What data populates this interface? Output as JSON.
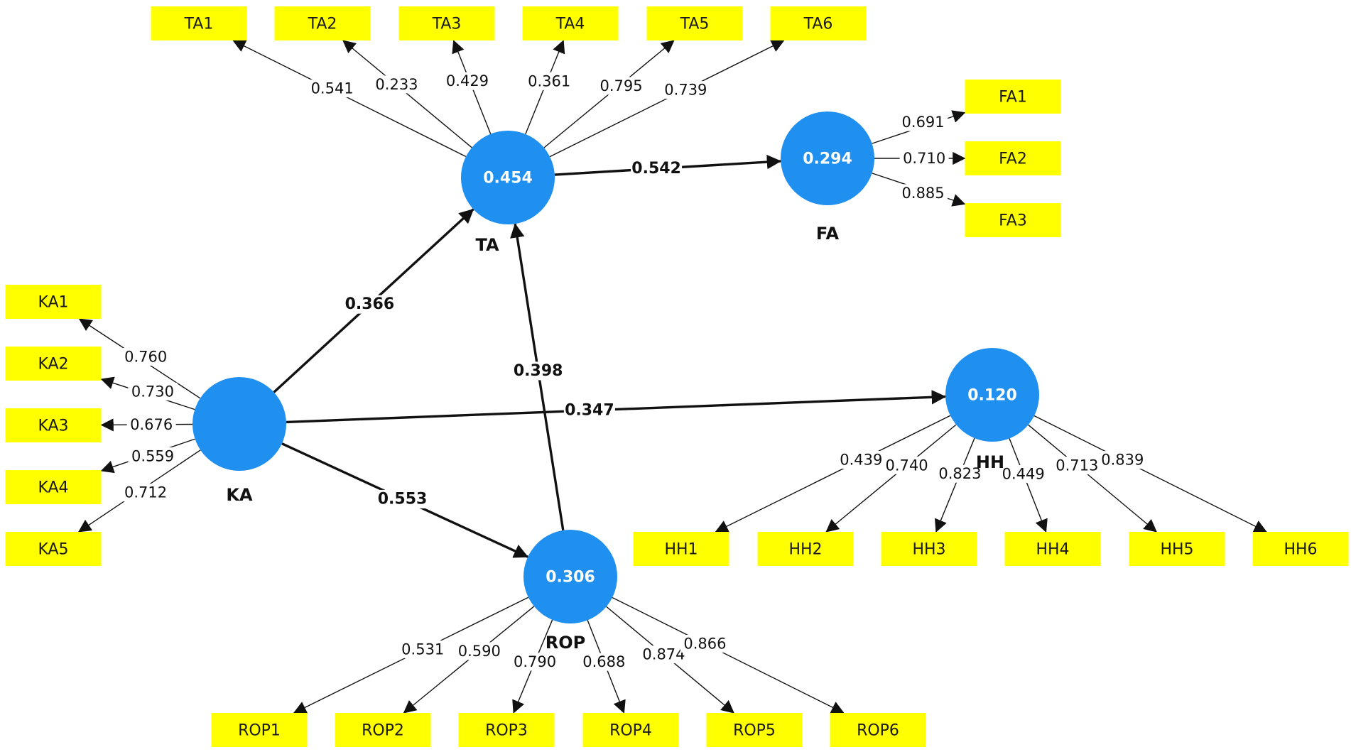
{
  "constructs": [
    {
      "id": "KA",
      "name": "KA",
      "value": ""
    },
    {
      "id": "TA",
      "name": "TA",
      "value": "0.454"
    },
    {
      "id": "FA",
      "name": "FA",
      "value": "0.294"
    },
    {
      "id": "ROP",
      "name": "ROP",
      "value": "0.306"
    },
    {
      "id": "HH",
      "name": "HH",
      "value": "0.120"
    }
  ],
  "indicators": [
    {
      "id": "TA1",
      "label": "TA1",
      "construct": "TA"
    },
    {
      "id": "TA2",
      "label": "TA2",
      "construct": "TA"
    },
    {
      "id": "TA3",
      "label": "TA3",
      "construct": "TA"
    },
    {
      "id": "TA4",
      "label": "TA4",
      "construct": "TA"
    },
    {
      "id": "TA5",
      "label": "TA5",
      "construct": "TA"
    },
    {
      "id": "TA6",
      "label": "TA6",
      "construct": "TA"
    },
    {
      "id": "FA1",
      "label": "FA1",
      "construct": "FA"
    },
    {
      "id": "FA2",
      "label": "FA2",
      "construct": "FA"
    },
    {
      "id": "FA3",
      "label": "FA3",
      "construct": "FA"
    },
    {
      "id": "KA1",
      "label": "KA1",
      "construct": "KA"
    },
    {
      "id": "KA2",
      "label": "KA2",
      "construct": "KA"
    },
    {
      "id": "KA3",
      "label": "KA3",
      "construct": "KA"
    },
    {
      "id": "KA4",
      "label": "KA4",
      "construct": "KA"
    },
    {
      "id": "KA5",
      "label": "KA5",
      "construct": "KA"
    },
    {
      "id": "HH1",
      "label": "HH1",
      "construct": "HH"
    },
    {
      "id": "HH2",
      "label": "HH2",
      "construct": "HH"
    },
    {
      "id": "HH3",
      "label": "HH3",
      "construct": "HH"
    },
    {
      "id": "HH4",
      "label": "HH4",
      "construct": "HH"
    },
    {
      "id": "HH5",
      "label": "HH5",
      "construct": "HH"
    },
    {
      "id": "HH6",
      "label": "HH6",
      "construct": "HH"
    },
    {
      "id": "ROP1",
      "label": "ROP1",
      "construct": "ROP"
    },
    {
      "id": "ROP2",
      "label": "ROP2",
      "construct": "ROP"
    },
    {
      "id": "ROP3",
      "label": "ROP3",
      "construct": "ROP"
    },
    {
      "id": "ROP4",
      "label": "ROP4",
      "construct": "ROP"
    },
    {
      "id": "ROP5",
      "label": "ROP5",
      "construct": "ROP"
    },
    {
      "id": "ROP6",
      "label": "ROP6",
      "construct": "ROP"
    }
  ],
  "paths": [
    {
      "from": "KA",
      "to": "TA",
      "coef": "0.366"
    },
    {
      "from": "TA",
      "to": "FA",
      "coef": "0.542"
    },
    {
      "from": "ROP",
      "to": "TA",
      "coef": "0.398"
    },
    {
      "from": "KA",
      "to": "HH",
      "coef": "0.347"
    },
    {
      "from": "KA",
      "to": "ROP",
      "coef": "0.553"
    }
  ],
  "loadings": [
    {
      "construct": "TA",
      "indicator": "TA1",
      "coef": "0.541"
    },
    {
      "construct": "TA",
      "indicator": "TA2",
      "coef": "0.233"
    },
    {
      "construct": "TA",
      "indicator": "TA3",
      "coef": "0.429"
    },
    {
      "construct": "TA",
      "indicator": "TA4",
      "coef": "0.361"
    },
    {
      "construct": "TA",
      "indicator": "TA5",
      "coef": "0.795"
    },
    {
      "construct": "TA",
      "indicator": "TA6",
      "coef": "0.739"
    },
    {
      "construct": "FA",
      "indicator": "FA1",
      "coef": "0.691"
    },
    {
      "construct": "FA",
      "indicator": "FA2",
      "coef": "0.710"
    },
    {
      "construct": "FA",
      "indicator": "FA3",
      "coef": "0.885"
    },
    {
      "construct": "KA",
      "indicator": "KA1",
      "coef": "0.760"
    },
    {
      "construct": "KA",
      "indicator": "KA2",
      "coef": "0.730"
    },
    {
      "construct": "KA",
      "indicator": "KA3",
      "coef": "0.676"
    },
    {
      "construct": "KA",
      "indicator": "KA4",
      "coef": "0.559"
    },
    {
      "construct": "KA",
      "indicator": "KA5",
      "coef": "0.712"
    },
    {
      "construct": "HH",
      "indicator": "HH1",
      "coef": "0.439"
    },
    {
      "construct": "HH",
      "indicator": "HH2",
      "coef": "0.740"
    },
    {
      "construct": "HH",
      "indicator": "HH3",
      "coef": "0.823"
    },
    {
      "construct": "HH",
      "indicator": "HH4",
      "coef": "0.449"
    },
    {
      "construct": "HH",
      "indicator": "HH5",
      "coef": "0.713"
    },
    {
      "construct": "HH",
      "indicator": "HH6",
      "coef": "0.839"
    },
    {
      "construct": "ROP",
      "indicator": "ROP1",
      "coef": "0.531"
    },
    {
      "construct": "ROP",
      "indicator": "ROP2",
      "coef": "0.590"
    },
    {
      "construct": "ROP",
      "indicator": "ROP3",
      "coef": "0.790"
    },
    {
      "construct": "ROP",
      "indicator": "ROP4",
      "coef": "0.688"
    },
    {
      "construct": "ROP",
      "indicator": "ROP5",
      "coef": "0.874"
    },
    {
      "construct": "ROP",
      "indicator": "ROP6",
      "coef": "0.866"
    }
  ],
  "colors": {
    "construct_fill": "#1f8ff0",
    "indicator_fill": "#ffff00",
    "edge": "#111111"
  }
}
